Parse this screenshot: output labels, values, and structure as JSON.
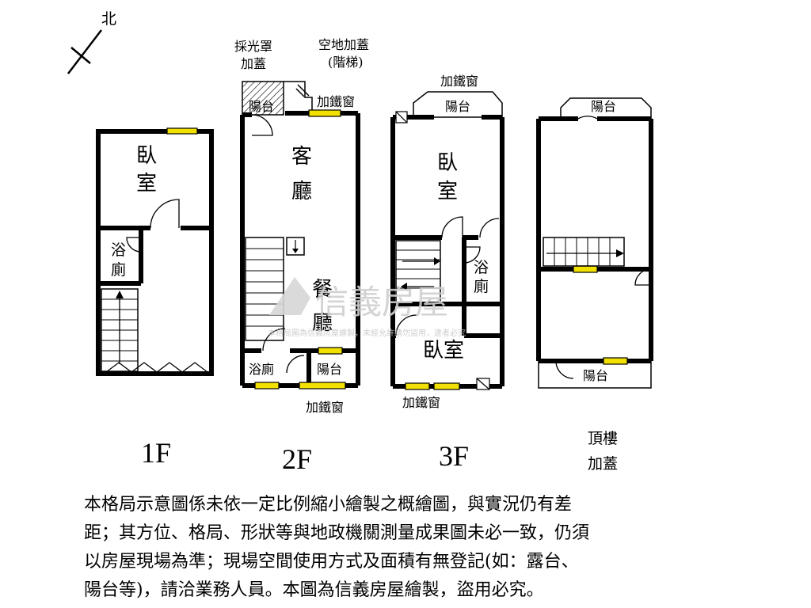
{
  "compass": {
    "north": "北"
  },
  "floors": {
    "f1": {
      "label": "1F",
      "rooms": {
        "bedroom_top": "臥",
        "bedroom_bottom": "室",
        "bath_top": "浴",
        "bath_bottom": "廁"
      }
    },
    "f2": {
      "label": "2F",
      "rooms": {
        "living_top": "客",
        "living_bottom": "廳",
        "dining_top": "餐",
        "dining_bottom": "廳",
        "balcony_front": "陽台",
        "balcony_rear": "陽台",
        "bath": "浴廁"
      },
      "notes": {
        "skylight_1": "採光罩",
        "skylight_2": "加蓋",
        "addition_1": "空地加蓋",
        "addition_2": "(階梯)",
        "iron_window_top": "加鐵窗",
        "iron_window_bottom": "加鐵窗"
      }
    },
    "f3": {
      "label": "3F",
      "rooms": {
        "bedroom_top_1": "臥",
        "bedroom_top_2": "室",
        "bath_top": "浴",
        "bath_bottom": "廁",
        "bedroom_bottom": "臥室",
        "balcony": "陽台"
      },
      "notes": {
        "iron_window_top": "加鐵窗",
        "iron_window_bottom": "加鐵窗"
      }
    },
    "roof": {
      "label_1": "頂樓",
      "label_2": "加蓋",
      "rooms": {
        "balcony_top": "陽台",
        "balcony_bottom": "陽台"
      }
    }
  },
  "watermark": {
    "brand": "信義房屋",
    "notice": "本格局圖為信義房屋繪製，未經允許請勿盜用，違者必究"
  },
  "disclaimer": [
    "本格局示意圖係未依一定比例縮小繪製之概繪圖，與實況仍有差",
    "距；其方位、格局、形狀等與地政機關測量成果圖未必一致，仍須",
    "以房屋現場為準；現場空間使用方式及面積有無登記(如：露台、",
    "陽台等)，請洽業務人員。本圖為信義房屋繪製，盜用必究。"
  ]
}
